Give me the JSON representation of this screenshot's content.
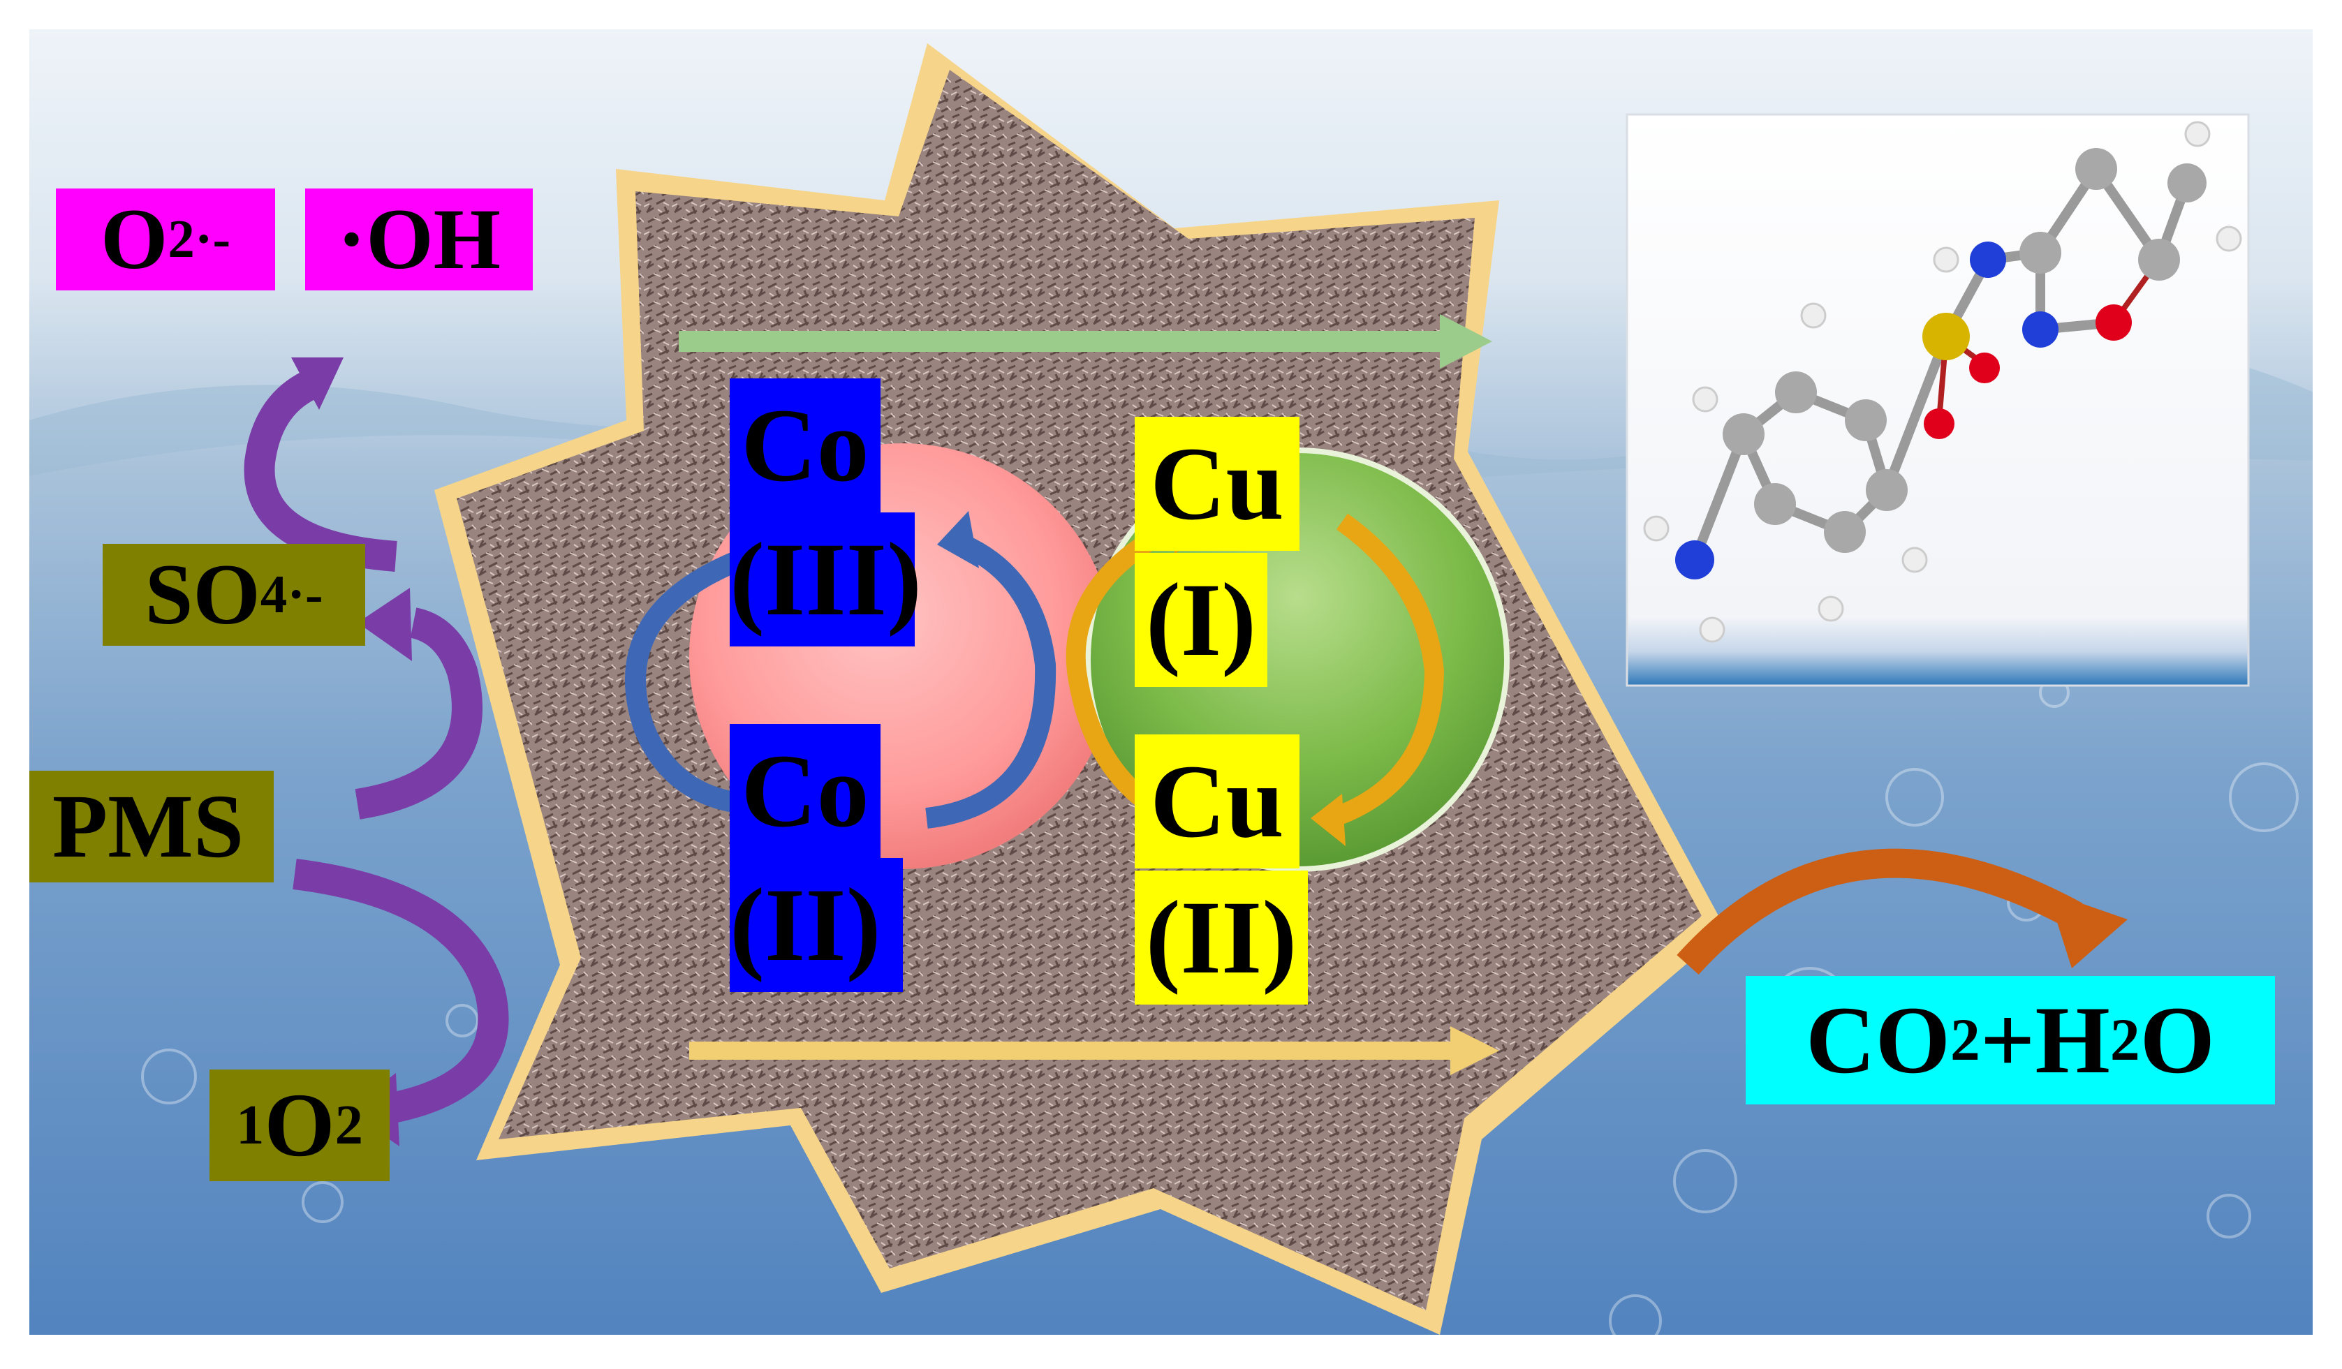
{
  "species": {
    "superoxide": {
      "base": "O",
      "sub": "2",
      "sup": "·-"
    },
    "hydroxyl": {
      "text": "·OH"
    },
    "sulfate_radical": {
      "base": "SO",
      "sub": "4",
      "sup": "·-"
    },
    "pms": {
      "text": "PMS"
    },
    "singlet_oxygen": {
      "pre_sup": "1",
      "base": "O",
      "sub": "2"
    }
  },
  "cobalt": {
    "upper_top": "Co",
    "upper_bottom": "(III)",
    "lower_top": "Co",
    "lower_bottom": "(II)"
  },
  "copper": {
    "upper_top": "Cu",
    "upper_bottom": "(I)",
    "lower_top": "Cu",
    "lower_bottom": "(II)"
  },
  "products": {
    "co": "CO",
    "co_sub": "2",
    "plus": "+H",
    "h_sub": "2",
    "o": "O"
  },
  "colors": {
    "magenta": "#ff00ff",
    "olive": "#808000",
    "blue": "#0000ff",
    "yellow": "#ffff00",
    "cyan": "#00ffff",
    "purple_arrow": "#7a3ca6",
    "orange_arrow": "#cc5f14",
    "green_arrow": "#9ccc8c",
    "yellow_arrow": "#f2cf73"
  },
  "molecule": {
    "atom_colors": {
      "carbon": "#a8a8a8",
      "hydrogen": "#f2f2f2",
      "nitrogen": "#1f3fd8",
      "oxygen": "#e0001b",
      "sulfur": "#d6b400"
    }
  }
}
